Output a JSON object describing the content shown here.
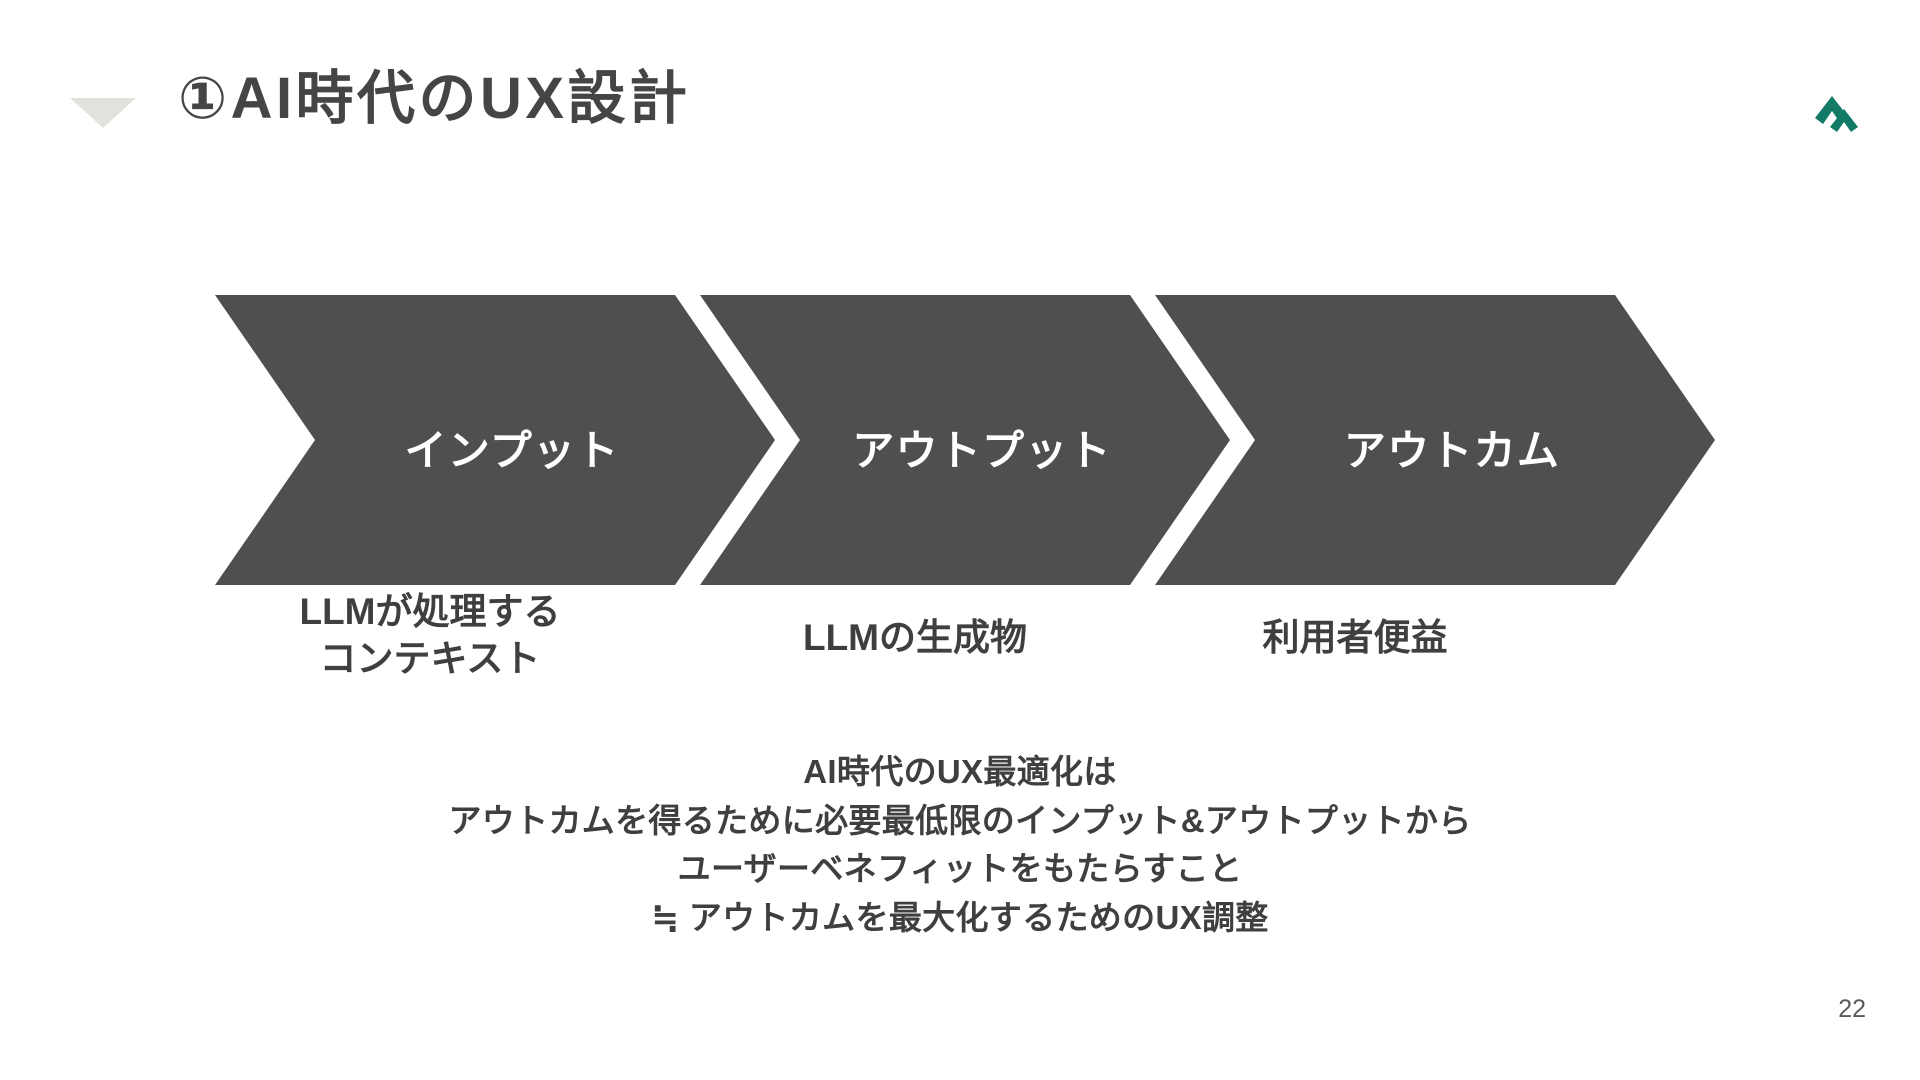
{
  "slide": {
    "title": "①AI時代のUX設計",
    "bullet_icon": "triangle-down-icon",
    "logo_icon": "chevron-logo-icon",
    "page_number": "22",
    "colors": {
      "arrow_fill": "#4f4f4f",
      "text": "#3f3f3f",
      "title": "#454545",
      "logo": "#127a66",
      "bullet": "#e3e1dc",
      "background": "#ffffff"
    }
  },
  "flow": {
    "steps": [
      {
        "label": "インプット",
        "caption": "LLMが処理する\nコンテキスト"
      },
      {
        "label": "アウトプット",
        "caption": "LLMの生成物"
      },
      {
        "label": "アウトカム",
        "caption": "利用者便益"
      }
    ]
  },
  "summary": {
    "lines": [
      "AI時代のUX最適化は",
      "アウトカムを得るために必要最低限のインプット&アウトプットから",
      "ユーザーベネフィットをもたらすこと",
      "≒ アウトカムを最大化するためのUX調整"
    ]
  }
}
